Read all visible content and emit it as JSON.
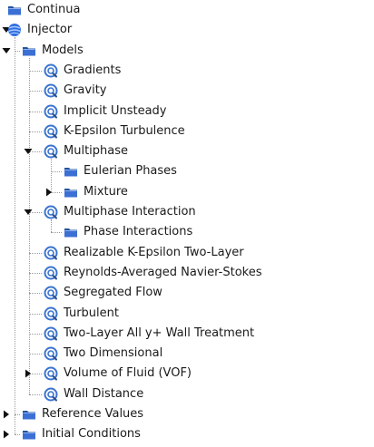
{
  "colors": {
    "folder": "#3b6fd4",
    "folder_dark": "#24539e",
    "model_ring": "#3b74cf",
    "line": "#9a9a9a",
    "text": "#1a1a1a"
  },
  "tree": [
    {
      "label": "Continua",
      "icon": "folder-icon",
      "expander": "none",
      "depth": 0
    },
    {
      "label": "Injector",
      "icon": "globe-icon",
      "expander": "expanded",
      "depth": 0
    },
    {
      "label": "Models",
      "icon": "folder-icon",
      "expander": "expanded",
      "depth": 1
    },
    {
      "label": "Gradients",
      "icon": "model-icon",
      "expander": "none",
      "depth": 2
    },
    {
      "label": "Gravity",
      "icon": "model-icon",
      "expander": "none",
      "depth": 2
    },
    {
      "label": "Implicit Unsteady",
      "icon": "model-icon",
      "expander": "none",
      "depth": 2
    },
    {
      "label": "K-Epsilon Turbulence",
      "icon": "model-icon",
      "expander": "none",
      "depth": 2
    },
    {
      "label": "Multiphase",
      "icon": "model-icon",
      "expander": "expanded",
      "depth": 2
    },
    {
      "label": "Eulerian Phases",
      "icon": "folder-icon",
      "expander": "none",
      "depth": 3
    },
    {
      "label": "Mixture",
      "icon": "folder-icon",
      "expander": "collapsed",
      "depth": 3
    },
    {
      "label": "Multiphase Interaction",
      "icon": "model-icon",
      "expander": "expanded",
      "depth": 2
    },
    {
      "label": "Phase Interactions",
      "icon": "folder-icon",
      "expander": "none",
      "depth": 3
    },
    {
      "label": "Realizable K-Epsilon Two-Layer",
      "icon": "model-icon",
      "expander": "none",
      "depth": 2
    },
    {
      "label": "Reynolds-Averaged Navier-Stokes",
      "icon": "model-icon",
      "expander": "none",
      "depth": 2
    },
    {
      "label": "Segregated Flow",
      "icon": "model-icon",
      "expander": "none",
      "depth": 2
    },
    {
      "label": "Turbulent",
      "icon": "model-icon",
      "expander": "none",
      "depth": 2
    },
    {
      "label": "Two-Layer All y+ Wall Treatment",
      "icon": "model-icon",
      "expander": "none",
      "depth": 2
    },
    {
      "label": "Two Dimensional",
      "icon": "model-icon",
      "expander": "none",
      "depth": 2
    },
    {
      "label": "Volume of Fluid (VOF)",
      "icon": "model-icon",
      "expander": "collapsed",
      "depth": 2
    },
    {
      "label": "Wall Distance",
      "icon": "model-icon",
      "expander": "none",
      "depth": 2
    },
    {
      "label": "Reference Values",
      "icon": "folder-icon",
      "expander": "collapsed",
      "depth": 1
    },
    {
      "label": "Initial Conditions",
      "icon": "folder-icon",
      "expander": "collapsed",
      "depth": 1
    }
  ]
}
